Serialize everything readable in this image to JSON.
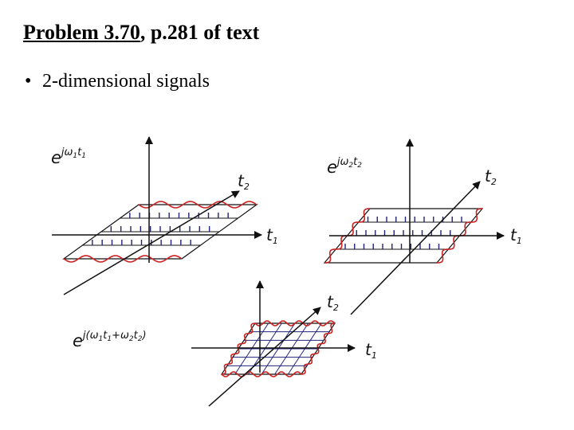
{
  "header": {
    "title_part1": "Problem 3.70",
    "title_part2": ", p.281 of text"
  },
  "bullets": [
    {
      "symbol": "•",
      "text": "2-dimensional signals"
    }
  ],
  "diagrams": [
    {
      "formula": {
        "base": "e",
        "exponent": "jω",
        "exp_sub": "1",
        "exp_tail": "t",
        "exp_tail_sub": "1"
      },
      "axis_t1": {
        "base": "t",
        "sub": "1"
      },
      "axis_t2": {
        "base": "t",
        "sub": "2"
      }
    },
    {
      "formula": {
        "base": "e",
        "exponent": "jω",
        "exp_sub": "2",
        "exp_tail": "t",
        "exp_tail_sub": "2"
      },
      "axis_t1": {
        "base": "t",
        "sub": "1"
      },
      "axis_t2": {
        "base": "t",
        "sub": "2"
      }
    },
    {
      "formula": {
        "base": "e",
        "exponent": "j(ω",
        "exp_sub": "1",
        "exp_tail": "t",
        "exp_tail_sub": "1",
        "rest1": "+ω",
        "rest1_sub": "2",
        "rest2": "t",
        "rest2_sub": "2",
        "close": ")"
      },
      "axis_t1": {
        "base": "t",
        "sub": "1"
      },
      "axis_t2": {
        "base": "t",
        "sub": "2"
      }
    }
  ],
  "colors": {
    "wave": "#cc2222",
    "hatch": "#22227a",
    "axis": "#111111"
  }
}
